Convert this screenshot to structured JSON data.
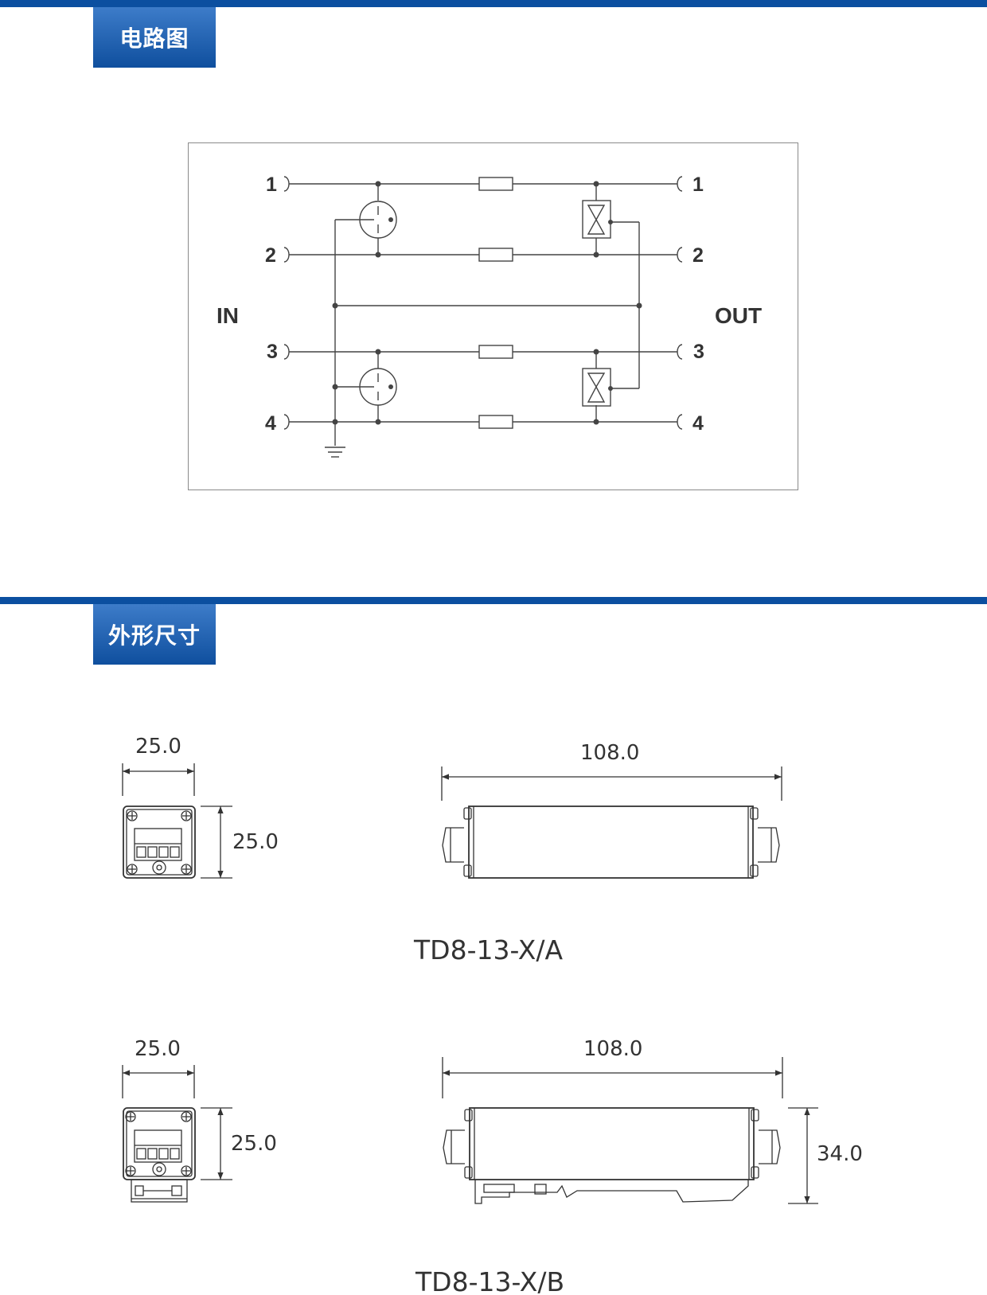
{
  "sections": {
    "circuit_title": "电路图",
    "dimensions_title": "外形尺寸"
  },
  "circuit": {
    "in_label": "IN",
    "out_label": "OUT",
    "in_pins": [
      "1",
      "2",
      "3",
      "4"
    ],
    "out_pins": [
      "1",
      "2",
      "3",
      "4"
    ]
  },
  "model_a": {
    "name": "TD8-13-X/A",
    "front_width": "25.0",
    "front_height": "25.0",
    "side_length": "108.0"
  },
  "model_b": {
    "name": "TD8-13-X/B",
    "front_width": "25.0",
    "front_height": "25.0",
    "side_length": "108.0",
    "side_height": "34.0"
  },
  "colors": {
    "accent": "#0b4fa0",
    "line": "#333333"
  }
}
